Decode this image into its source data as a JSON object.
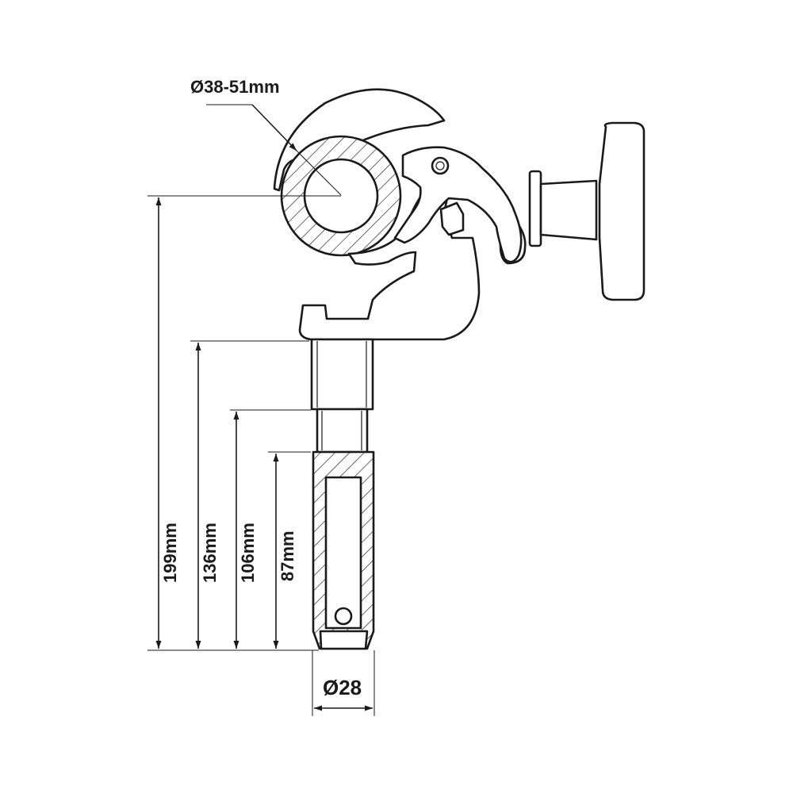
{
  "labels": {
    "clamp_diameter": "Ø38-51mm",
    "spigot_diameter": "Ø28",
    "dim_total": "199mm",
    "dim_spigot": "136mm",
    "dim_lower": "106mm",
    "dim_pin": "87mm"
  },
  "colors": {
    "line": "#1a1a1a",
    "background": "#ffffff"
  }
}
